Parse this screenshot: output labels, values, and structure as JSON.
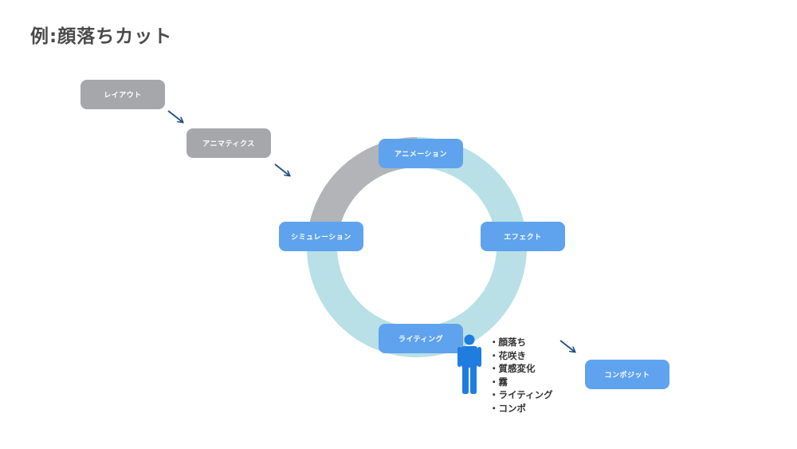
{
  "title": "例:顔落ちカット",
  "colors": {
    "gray_box": "#a6a7ab",
    "blue_box": "#5fa3ee",
    "ring_gray": "#b3b4b7",
    "ring_teal": "#b8e0e6",
    "arrow": "#1f4d8c",
    "person": "#1f7de0"
  },
  "pipeline": {
    "layout": "レイアウト",
    "animatics": "アニマティクス",
    "composite": "コンポジット"
  },
  "cycle": {
    "animation": "アニメーション",
    "effect": "エフェクト",
    "lighting": "ライティング",
    "simulation": "シミュレーション"
  },
  "person_icon": "person-icon",
  "notes": [
    "顔落ち",
    "花咲き",
    "質感変化",
    "霧",
    "ライティング",
    "コンポ"
  ]
}
